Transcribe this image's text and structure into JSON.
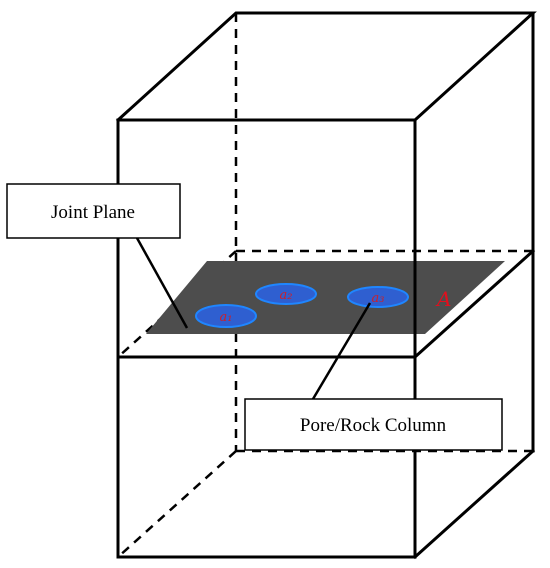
{
  "labels": {
    "joint_plane": "Joint Plane",
    "pore_rock_column": "Pore/Rock Column",
    "pore_a1": "a₁",
    "pore_a2": "a₂",
    "pore_a3": "a₃",
    "area": "A"
  },
  "colors": {
    "joint_surface": "#4d4d4d",
    "pore_fill": "#2f5fd0",
    "pore_outline": "#1f86ff",
    "pore_text": "#cc1f2a",
    "area_text": "#e0101e"
  }
}
